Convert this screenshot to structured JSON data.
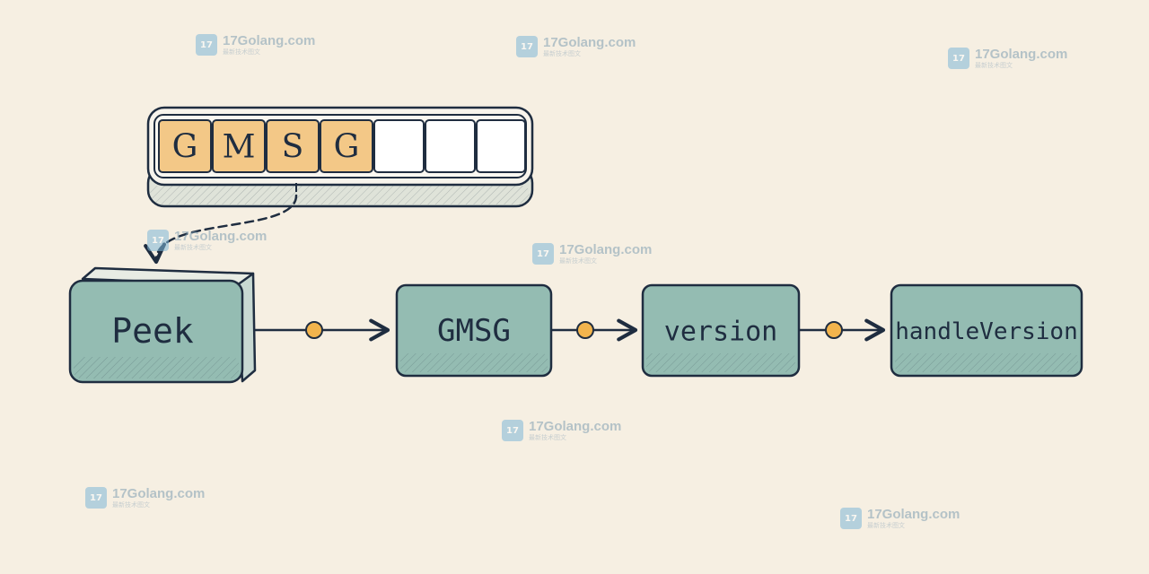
{
  "buffer": {
    "cells": [
      "G",
      "M",
      "S",
      "G",
      "",
      "",
      ""
    ]
  },
  "flow": {
    "nodes": [
      {
        "label": "Peek"
      },
      {
        "label": "GMSG"
      },
      {
        "label": "version"
      },
      {
        "label": "handleVersion"
      }
    ]
  },
  "watermark": {
    "brand": "17Golang.com",
    "tagline": "最新技术图文"
  },
  "colors": {
    "background": "#f6efe2",
    "filled_cell": "#f3c887",
    "node_fill": "#94bcb2",
    "ink": "#1f2d40",
    "connector_dot": "#f2b44d"
  }
}
